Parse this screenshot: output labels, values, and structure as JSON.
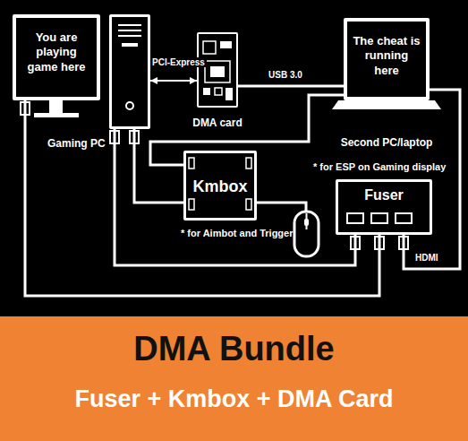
{
  "diagram": {
    "title": "DMA Bundle",
    "caption": "Fuser + Kmbox + DMA Card",
    "nodes": [
      {
        "text": [
          "You are playing game here"
        ]
      },
      {
        "text": [
          "Gaming PC"
        ]
      },
      {
        "text": [
          "DMA card"
        ]
      },
      {
        "text": [
          "The cheat is running here",
          "Second PC/laptop"
        ]
      },
      {
        "text": [
          "Kmbox"
        ]
      },
      {
        "text": [
          "Fuser"
        ]
      }
    ],
    "edges": [
      {
        "from": 1,
        "to": 2,
        "label": "PCI-Express",
        "arrow": "both"
      },
      {
        "from": 2,
        "to": 3,
        "label": "USB 3.0",
        "arrow": "none"
      },
      {
        "from": 3,
        "to": 4,
        "arrow": "none"
      },
      {
        "from": 1,
        "to": 4,
        "arrow": "none"
      },
      {
        "from": 1,
        "to": 5,
        "arrow": "none"
      },
      {
        "from": 5,
        "to": 0,
        "arrow": "none"
      },
      {
        "from": 3,
        "to": 5,
        "label": "HDMI",
        "arrow": "none"
      }
    ],
    "labels": [
      "* for Aimbot and Trigger",
      "* for ESP on Gaming display"
    ]
  }
}
